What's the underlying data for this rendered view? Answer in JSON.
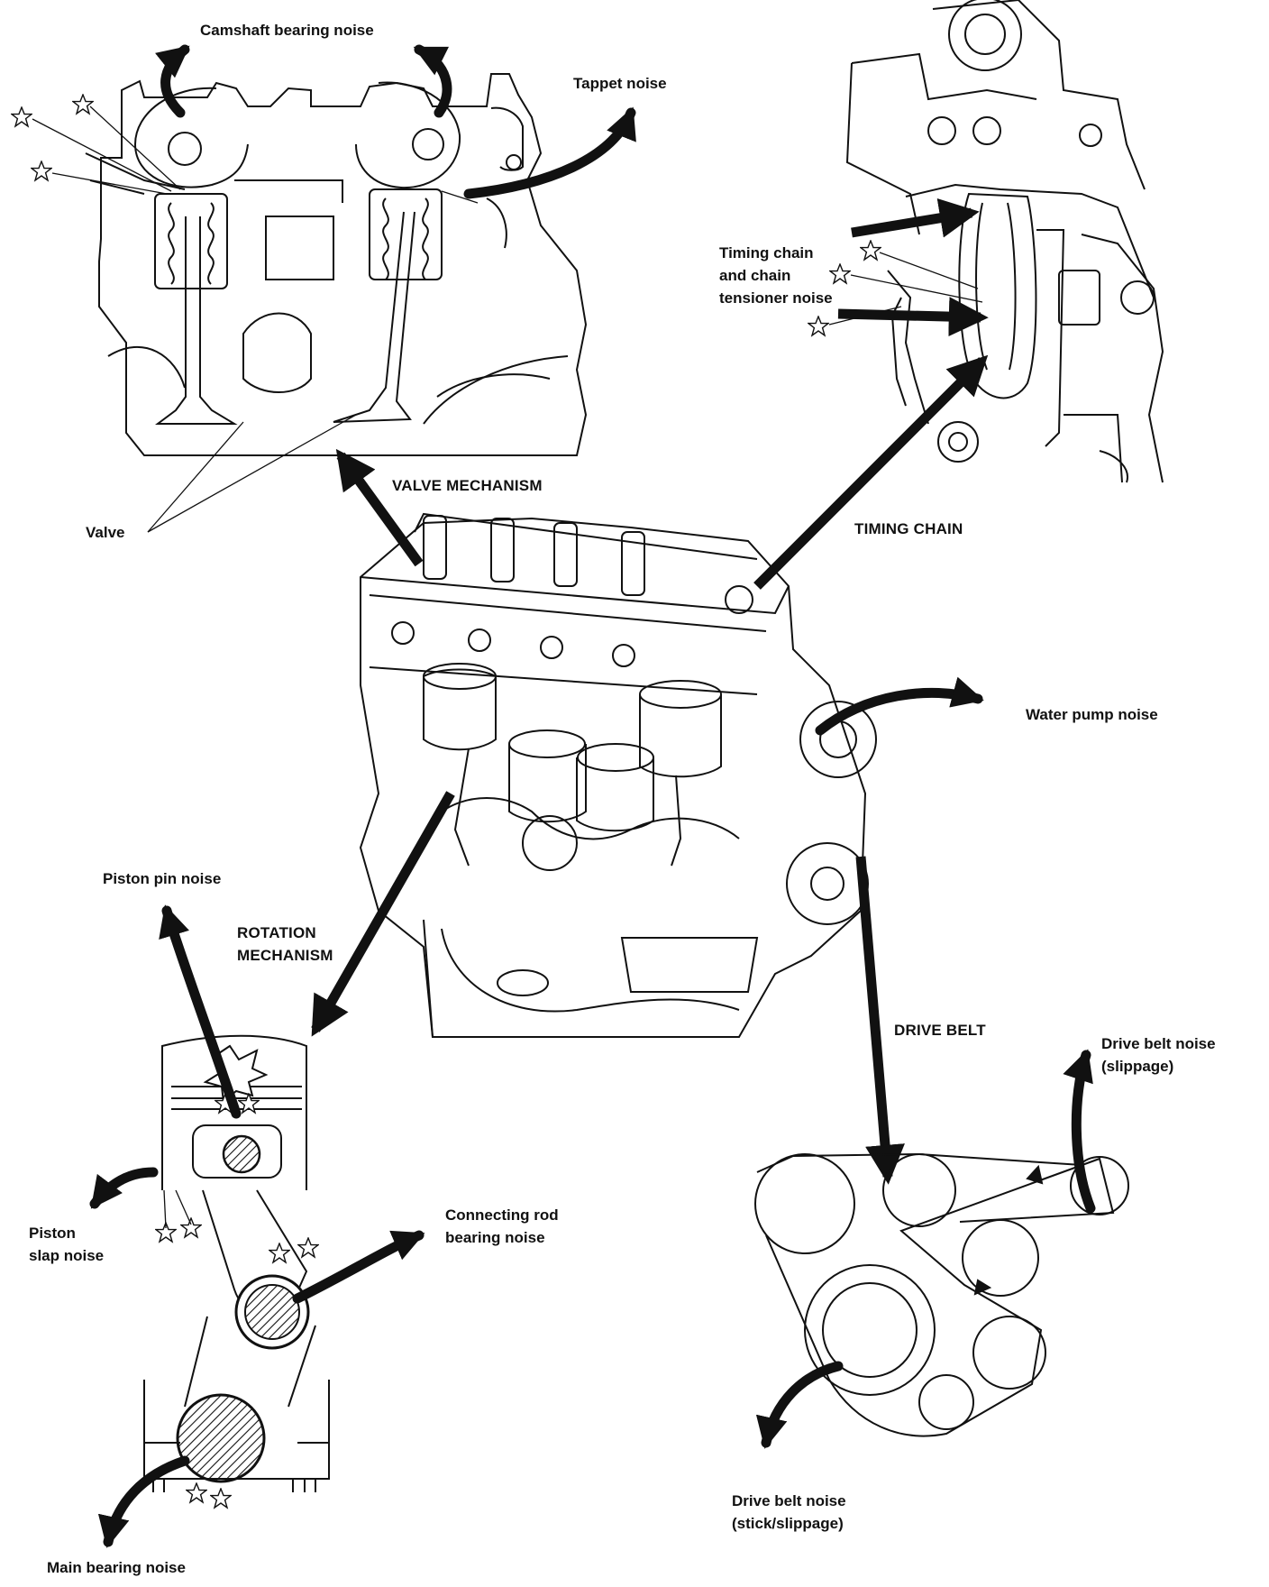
{
  "sections": {
    "valve_mechanism": "VALVE MECHANISM",
    "timing_chain": "TIMING CHAIN",
    "rotation_mechanism": [
      "ROTATION",
      "MECHANISM"
    ],
    "drive_belt": "DRIVE BELT"
  },
  "noises": {
    "camshaft_bearing": "Camshaft bearing noise",
    "tappet": "Tappet noise",
    "valve": "Valve",
    "timing_chain": [
      "Timing chain",
      "and chain",
      "tensioner noise"
    ],
    "water_pump": "Water pump noise",
    "piston_pin": "Piston pin noise",
    "piston_slap": [
      "Piston",
      "slap noise"
    ],
    "connecting_rod_bearing": [
      "Connecting rod",
      "bearing noise"
    ],
    "main_bearing": "Main bearing noise",
    "drive_belt_slippage": [
      "Drive belt noise",
      "(slippage)"
    ],
    "drive_belt_stick": [
      "Drive belt noise",
      "(stick/slippage)"
    ]
  },
  "colors": {
    "ink": "#111111",
    "paper": "#ffffff"
  }
}
